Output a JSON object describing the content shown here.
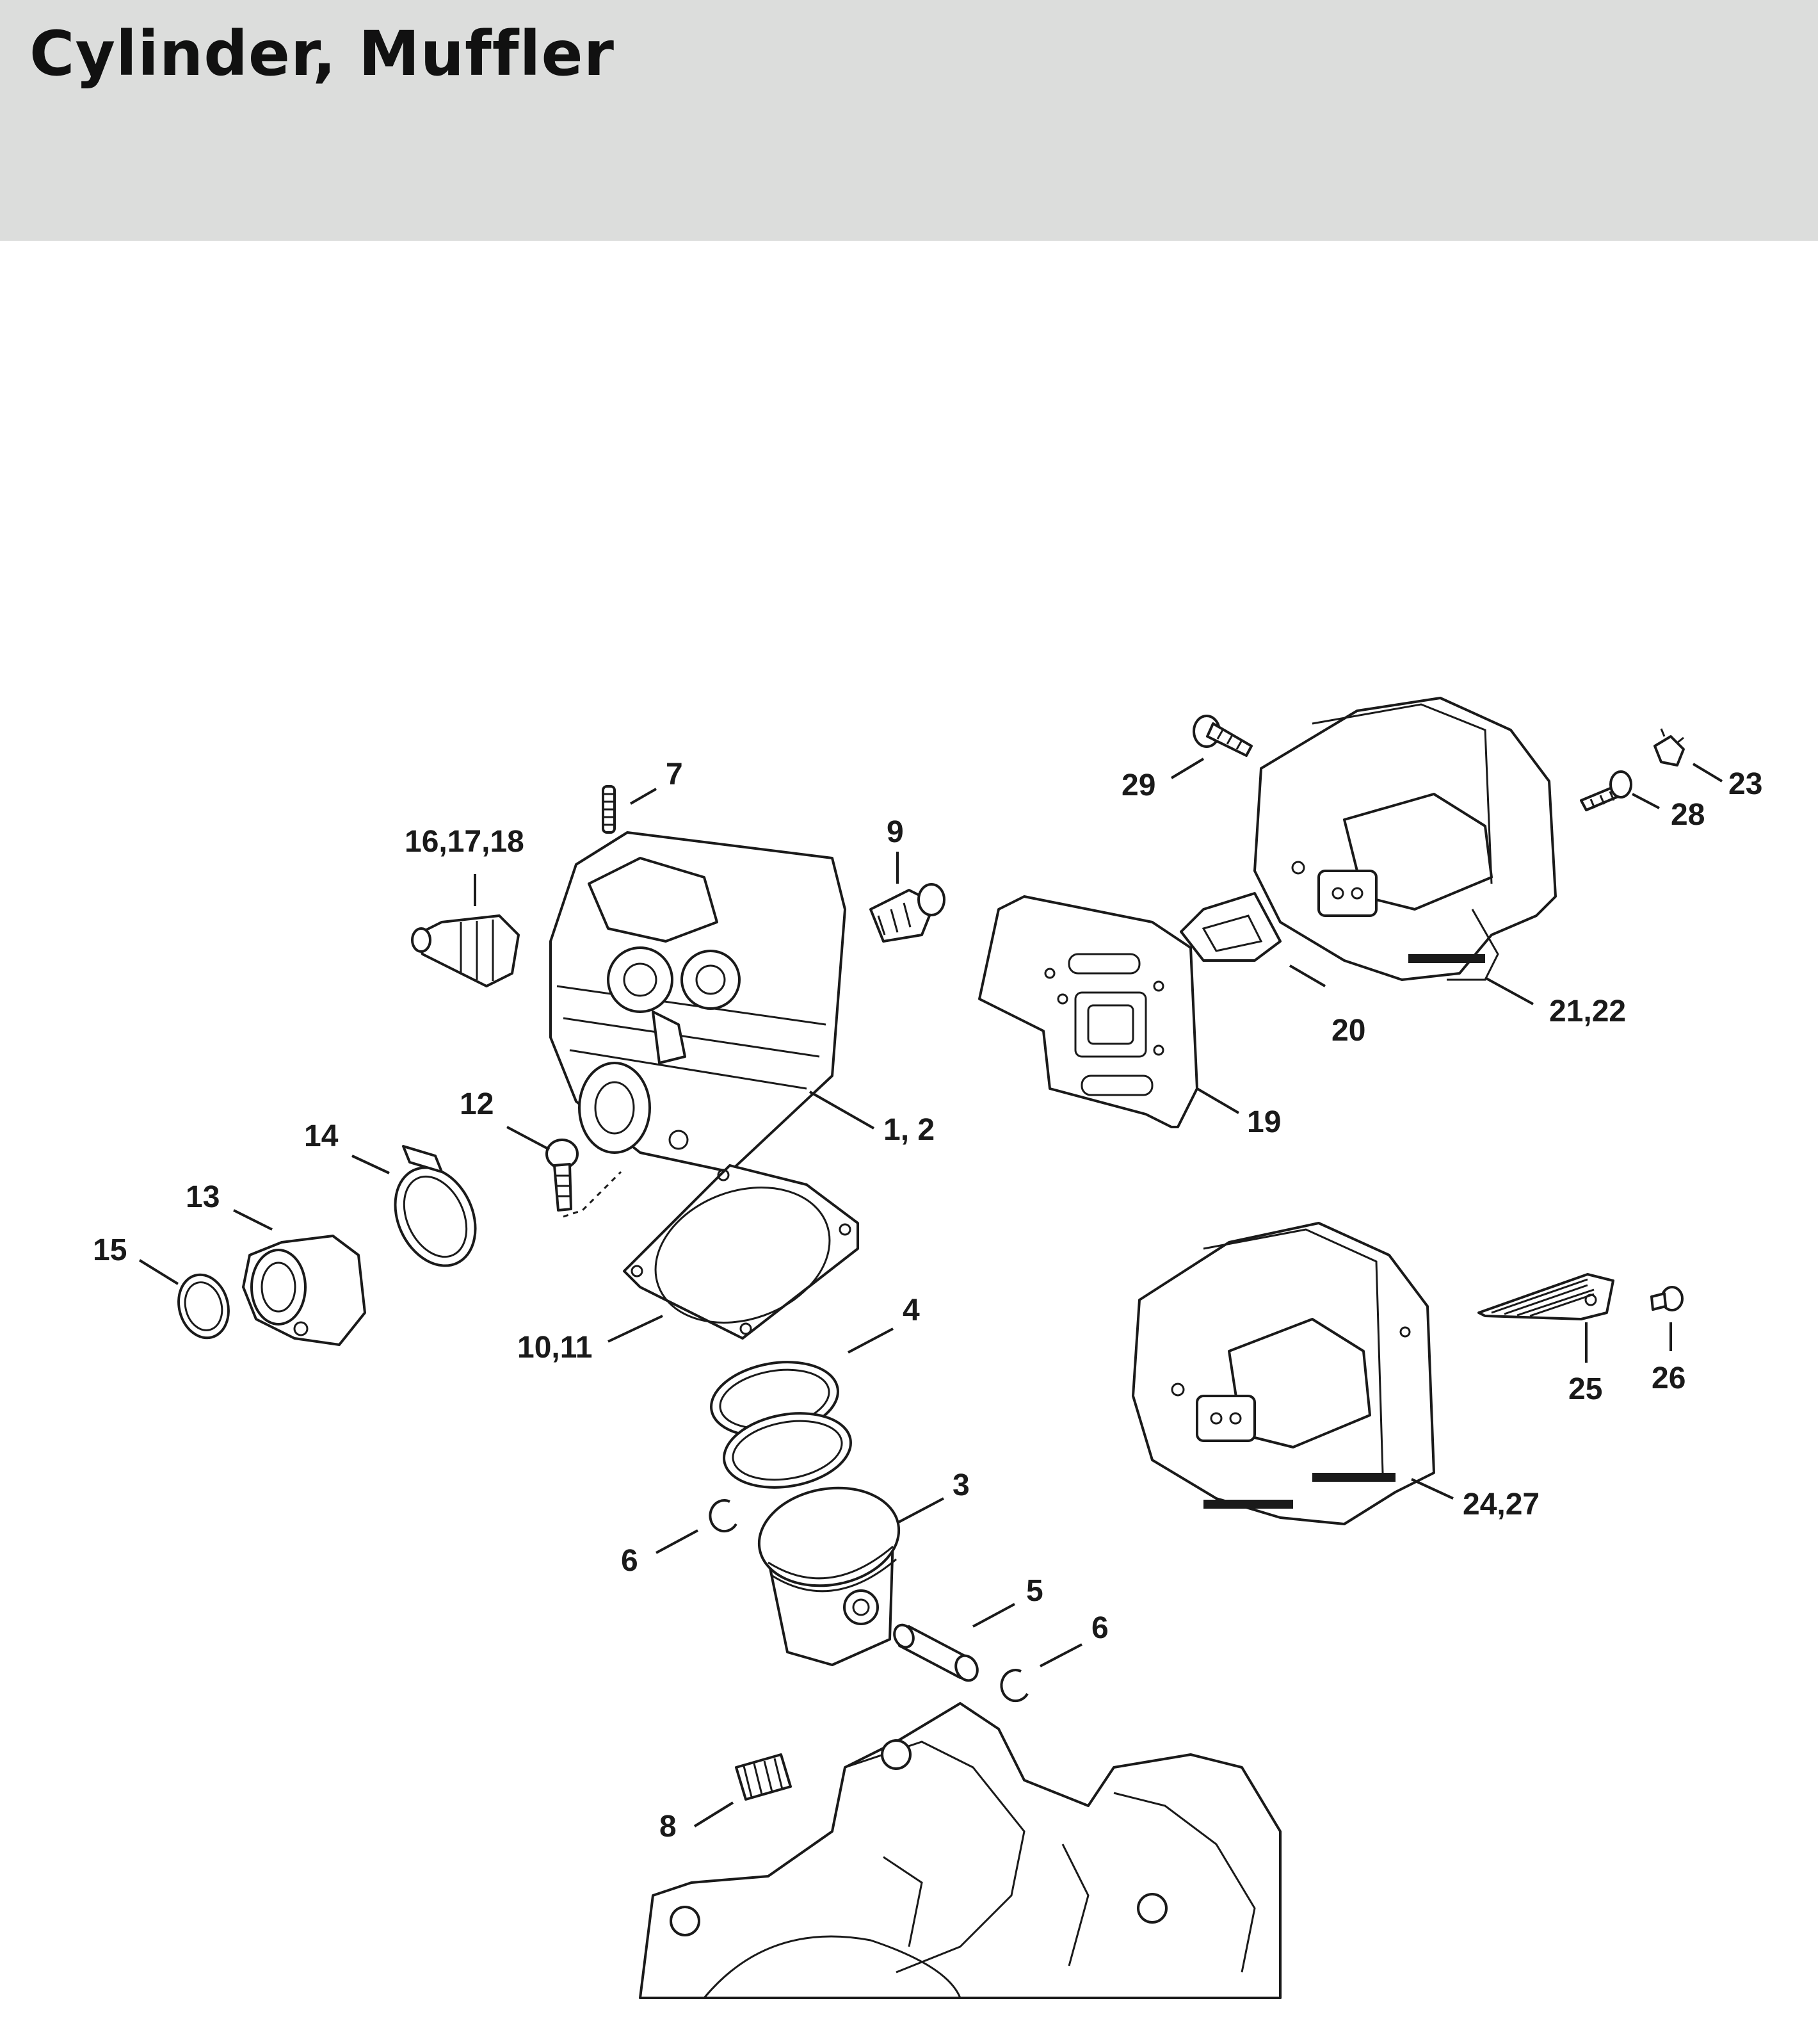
{
  "header": {
    "title": "Cylinder, Muffler"
  },
  "labels": {
    "l7": "7",
    "l9": "9",
    "l16_17_18": "16,17,18",
    "l29": "29",
    "l23": "23",
    "l28": "28",
    "l12": "12",
    "l1_2": "1, 2",
    "l14": "14",
    "l13": "13",
    "l15": "15",
    "l20": "20",
    "l21_22": "21,22",
    "l19": "19",
    "l10_11": "10,11",
    "l4": "4",
    "l25": "25",
    "l26": "26",
    "l3": "3",
    "l6a": "6",
    "l5": "5",
    "l6b": "6",
    "l24_27": "24,27",
    "l8": "8"
  }
}
